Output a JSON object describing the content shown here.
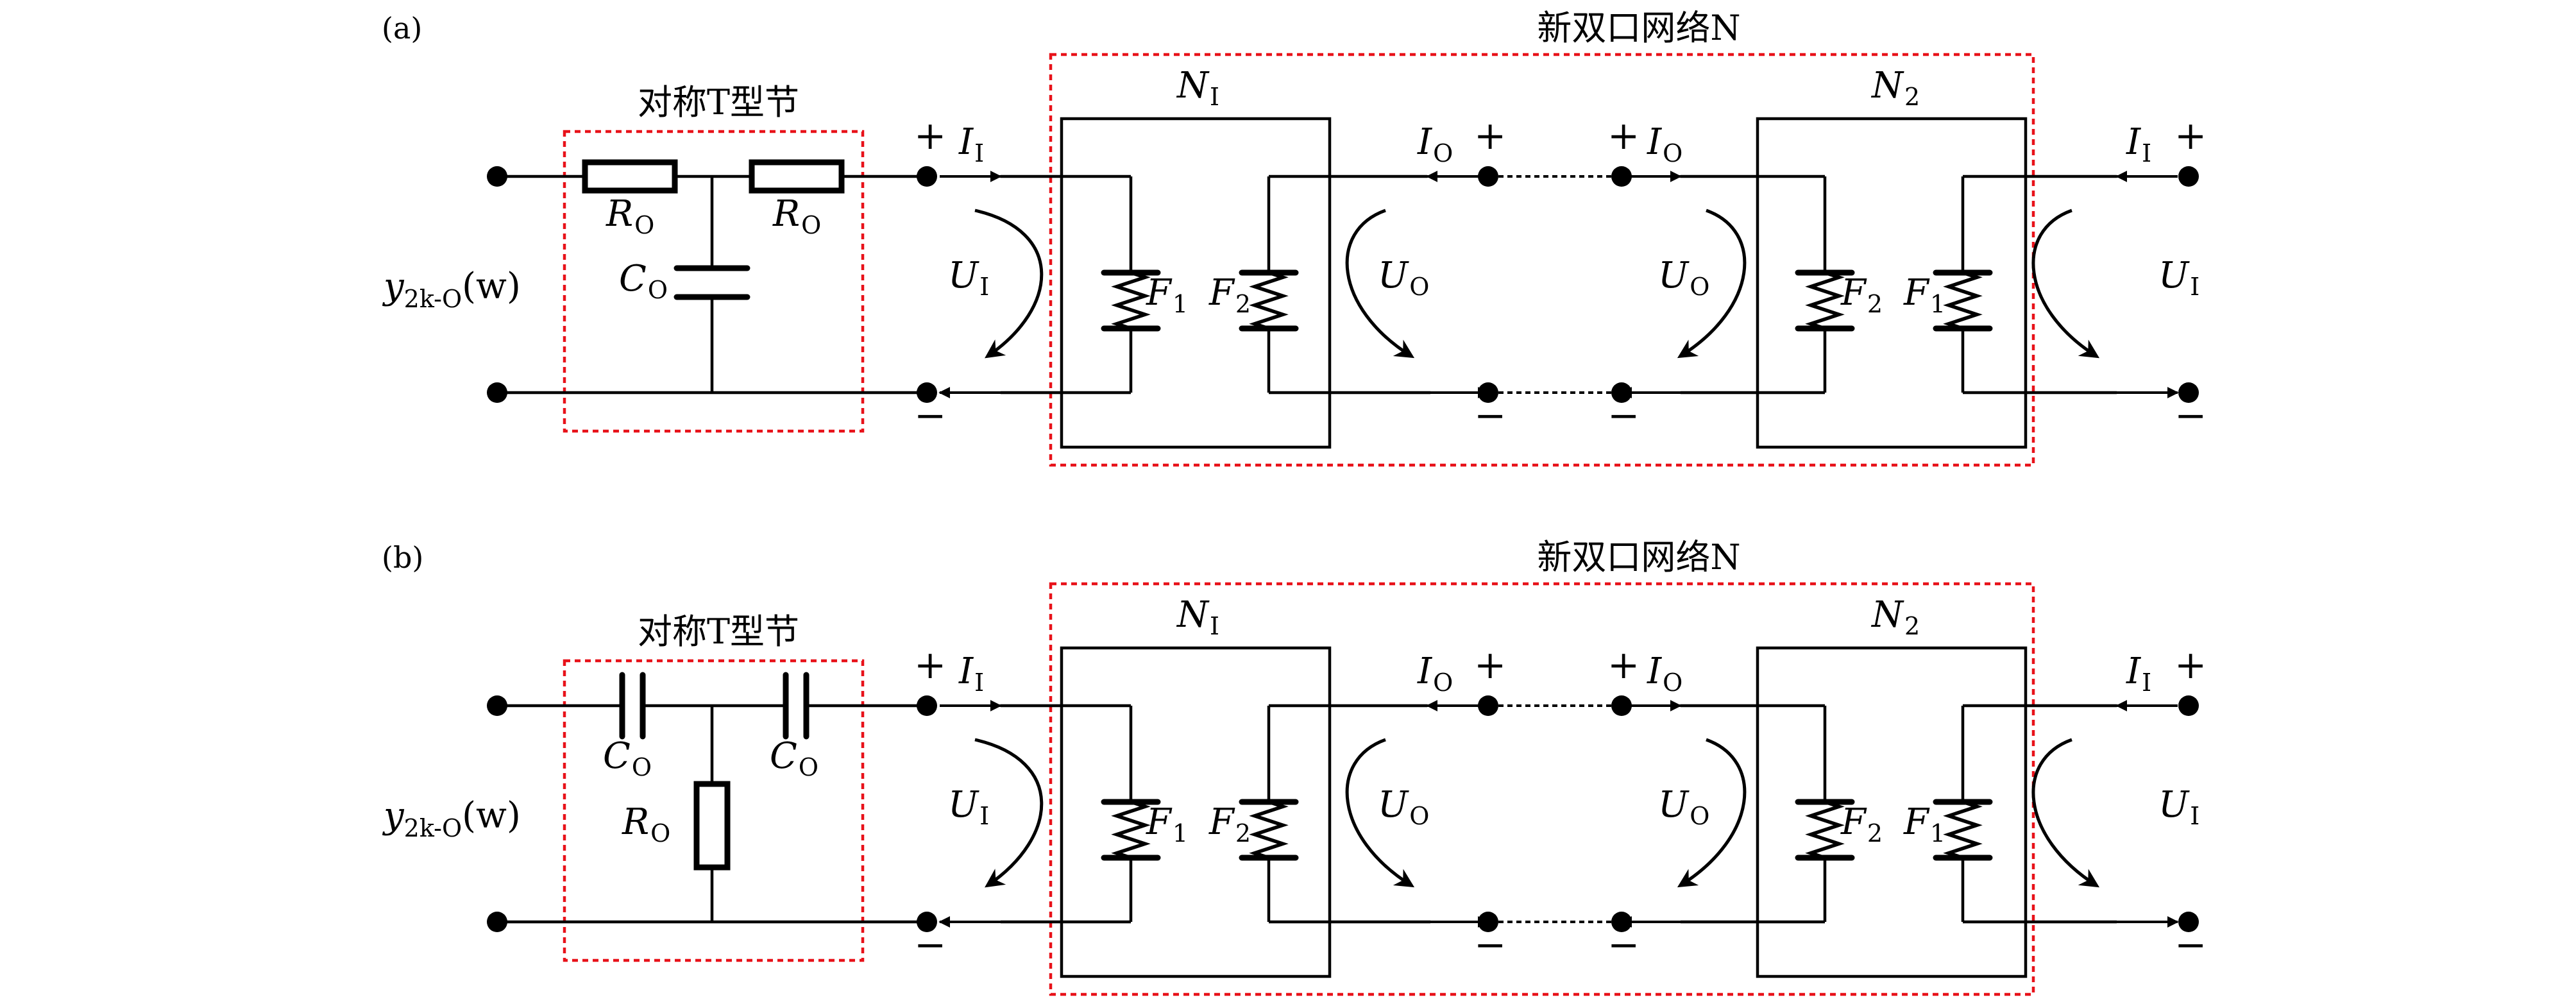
{
  "panels": [
    {
      "id": "a",
      "panel_label": "(a)",
      "section_title": "对称T型节",
      "network_title": "新双口网络N",
      "source_label": {
        "main": "y",
        "sub": "2k-O",
        "arg": "(w)"
      },
      "section_type": "resistor-T",
      "elem_left": {
        "main": "R",
        "sub": "O"
      },
      "elem_right": {
        "main": "R",
        "sub": "O"
      },
      "elem_mid": {
        "main": "C",
        "sub": "O"
      },
      "n1": {
        "main": "N",
        "sub": "I"
      },
      "n2": {
        "main": "N",
        "sub": "2"
      },
      "f1": {
        "main": "F",
        "sub": "1"
      },
      "f2": {
        "main": "F",
        "sub": "2"
      },
      "ii": {
        "main": "I",
        "sub": "I"
      },
      "io": {
        "main": "I",
        "sub": "O"
      },
      "ui": {
        "main": "U",
        "sub": "I"
      },
      "uo": {
        "main": "U",
        "sub": "O"
      },
      "plus": "+",
      "minus": "−"
    },
    {
      "id": "b",
      "panel_label": "(b)",
      "section_title": "对称T型节",
      "network_title": "新双口网络N",
      "source_label": {
        "main": "y",
        "sub": "2k-O",
        "arg": "(w)"
      },
      "section_type": "capacitor-T",
      "elem_left": {
        "main": "C",
        "sub": "O"
      },
      "elem_right": {
        "main": "C",
        "sub": "O"
      },
      "elem_mid": {
        "main": "R",
        "sub": "O"
      },
      "n1": {
        "main": "N",
        "sub": "I"
      },
      "n2": {
        "main": "N",
        "sub": "2"
      },
      "f1": {
        "main": "F",
        "sub": "1"
      },
      "f2": {
        "main": "F",
        "sub": "2"
      },
      "ii": {
        "main": "I",
        "sub": "I"
      },
      "io": {
        "main": "I",
        "sub": "O"
      },
      "ui": {
        "main": "U",
        "sub": "I"
      },
      "uo": {
        "main": "U",
        "sub": "O"
      },
      "plus": "+",
      "minus": "−"
    }
  ]
}
